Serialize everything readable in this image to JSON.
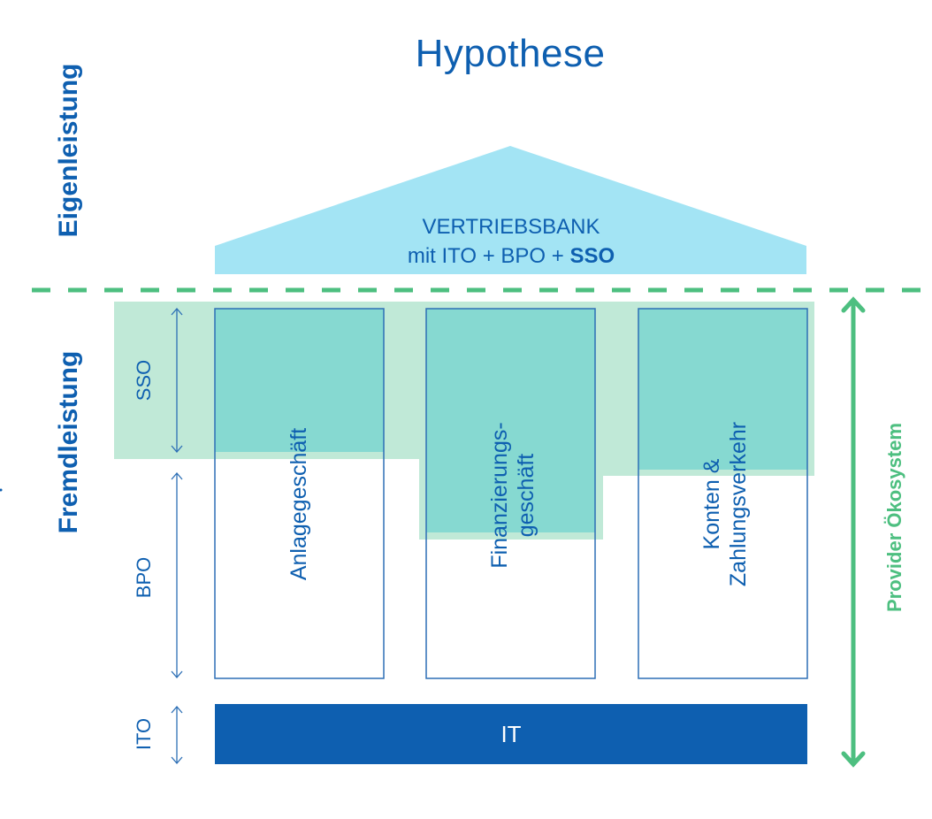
{
  "title": "Hypothese",
  "side_labels": {
    "top": "Eigenleistung",
    "bottom": "Fremdleistung"
  },
  "roof": {
    "line1": "VERTRIEBSBANK",
    "line2_prefix": "mit ITO + BPO + ",
    "line2_bold": "SSO"
  },
  "layers": {
    "sso": "SSO",
    "bpo": "BPO",
    "ito": "ITO"
  },
  "pillars": [
    {
      "label_lines": [
        "Anlagegeschäft"
      ]
    },
    {
      "label_lines": [
        "Finanzierungs-",
        "geschäft"
      ]
    },
    {
      "label_lines": [
        "Konten &",
        "Zahlungsverkehr"
      ]
    }
  ],
  "foundation": "IT",
  "provider_label": "Provider Ökosystem",
  "colors": {
    "primary_blue": "#0e5fb0",
    "roof_cyan": "#a3e4f4",
    "sso_pale": "#c0e9d7",
    "sso_teal": "#86d9d1",
    "green": "#4dbf80"
  }
}
